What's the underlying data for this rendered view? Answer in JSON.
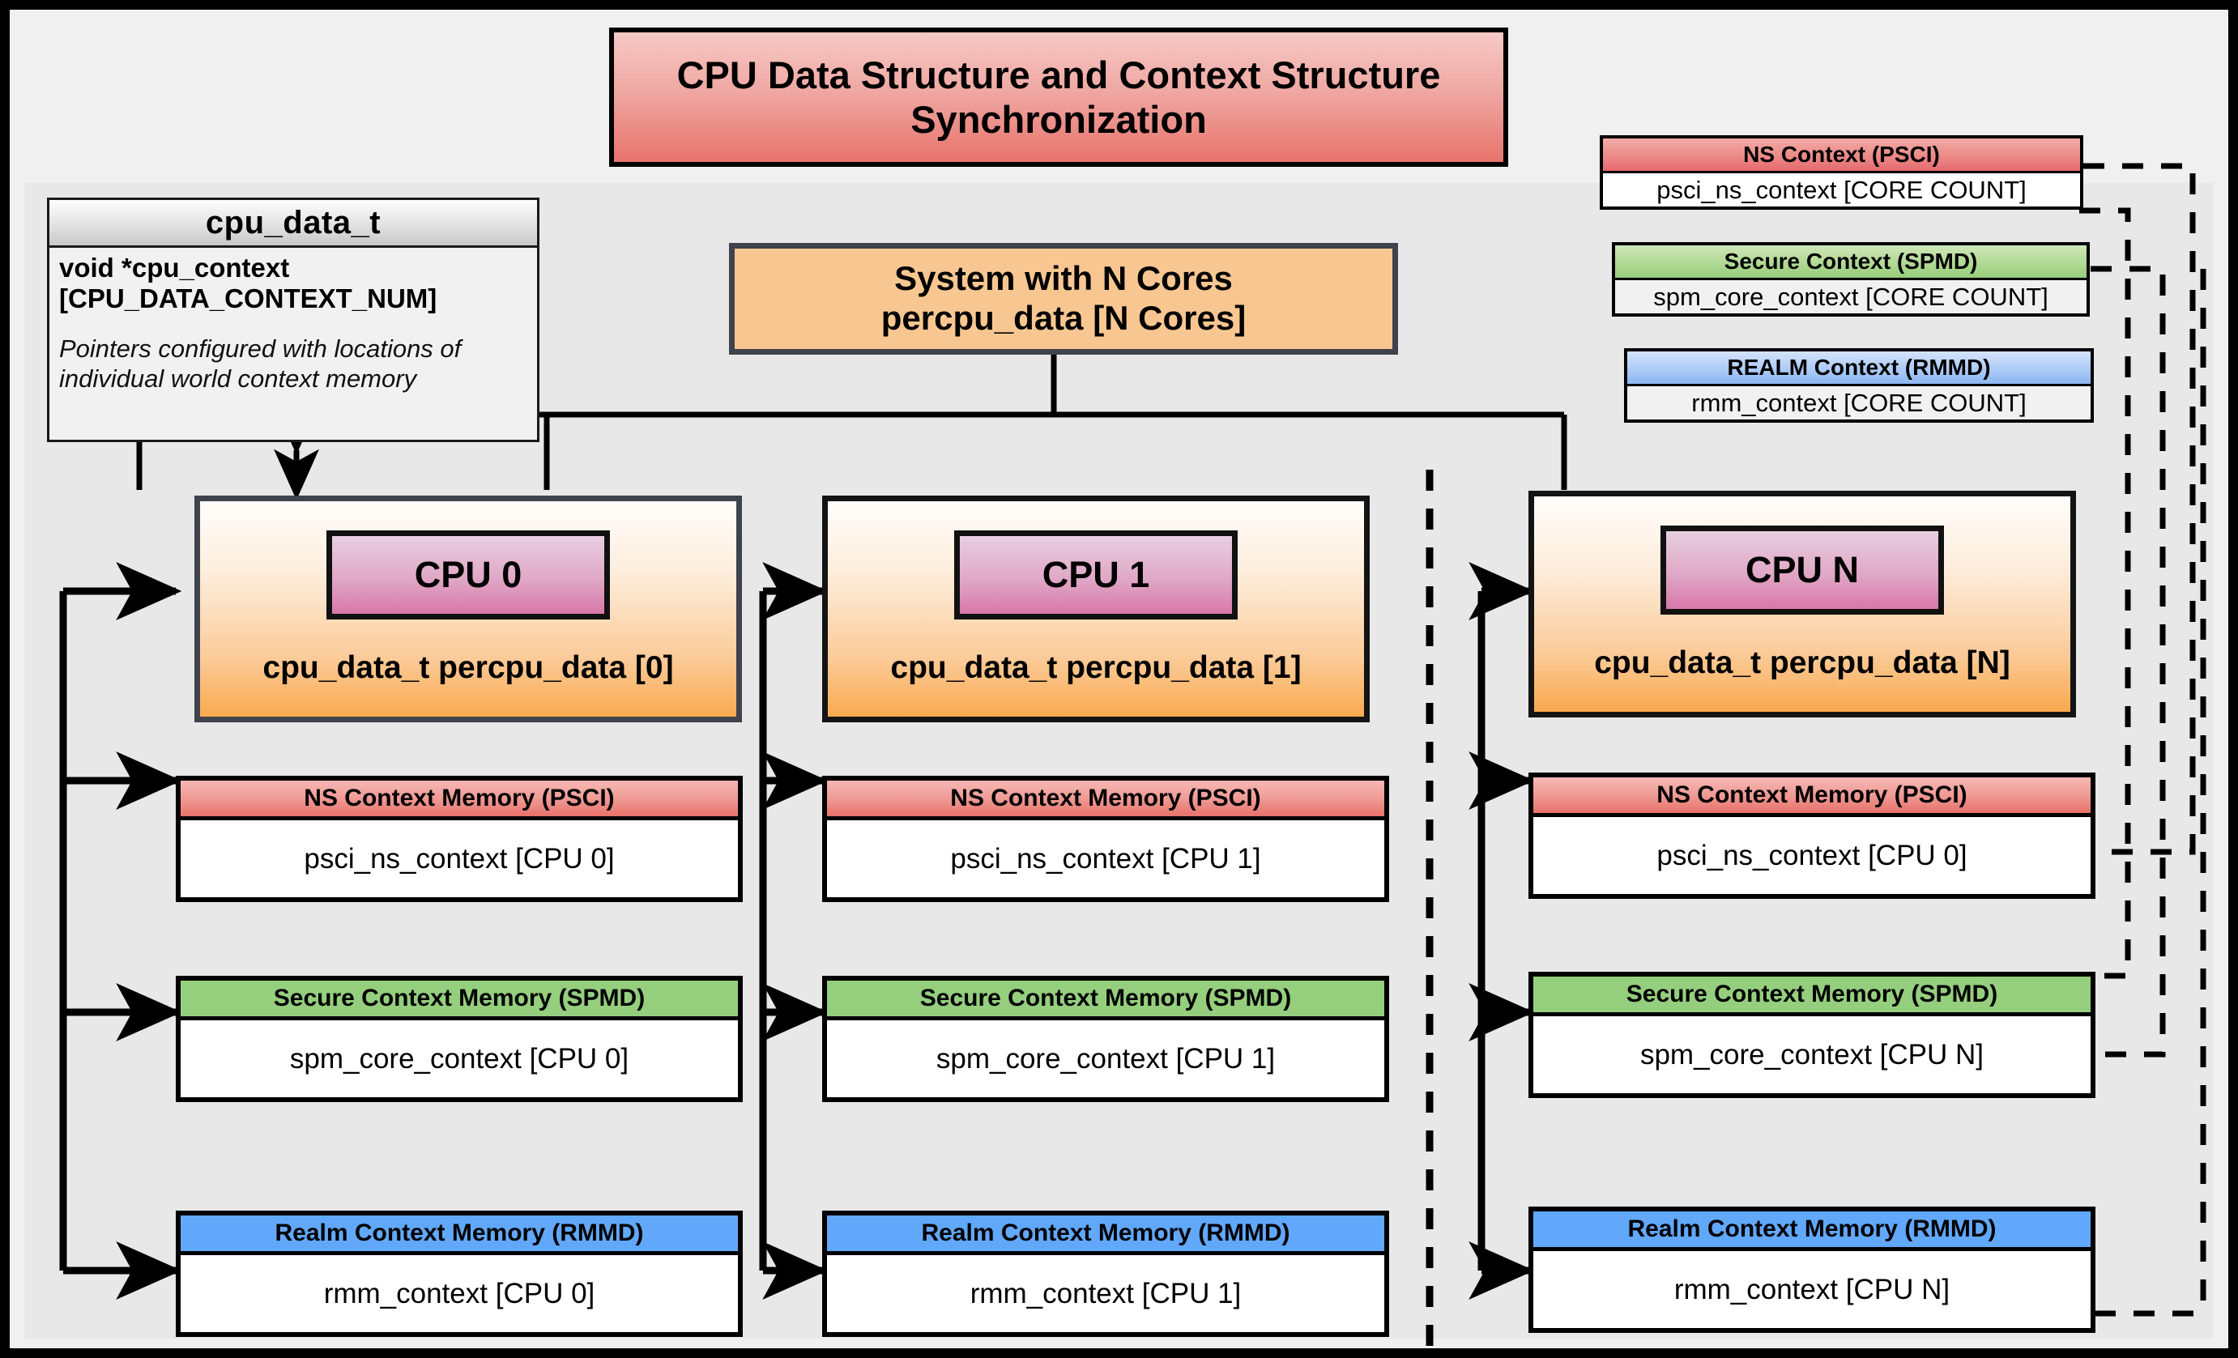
{
  "title": "CPU Data Structure and Context Structure Synchronization",
  "struct_box": {
    "name": "cpu_data_t",
    "field": "void  *cpu_context [CPU_DATA_CONTEXT_NUM]",
    "note": "Pointers configured with locations of individual world context memory"
  },
  "system_box": {
    "line1": "System with N Cores",
    "line2": "percpu_data [N Cores]"
  },
  "legend": [
    {
      "header": "NS Context  (PSCI)",
      "body": "psci_ns_context [CORE COUNT]",
      "color": "#e8716a",
      "kind": "ns"
    },
    {
      "header": "Secure Context (SPMD)",
      "body": "spm_core_context [CORE COUNT]",
      "color": "#97cd7b",
      "kind": "sec"
    },
    {
      "header": "REALM Context (RMMD)",
      "body": "rmm_context [CORE COUNT]",
      "color": "#8ab6f2",
      "kind": "realm"
    }
  ],
  "cpus": [
    {
      "chip": "CPU 0",
      "caption": "cpu_data_t percpu_data [0]",
      "contexts": [
        {
          "header": "NS Context Memory (PSCI)",
          "body": "psci_ns_context [CPU 0]",
          "kind": "ns"
        },
        {
          "header": "Secure Context Memory (SPMD)",
          "body": "spm_core_context [CPU 0]",
          "kind": "sec"
        },
        {
          "header": "Realm Context Memory (RMMD)",
          "body": "rmm_context [CPU 0]",
          "kind": "realm"
        }
      ]
    },
    {
      "chip": "CPU 1",
      "caption": "cpu_data_t percpu_data [1]",
      "contexts": [
        {
          "header": "NS Context Memory (PSCI)",
          "body": "psci_ns_context [CPU 1]",
          "kind": "ns"
        },
        {
          "header": "Secure Context Memory (SPMD)",
          "body": "spm_core_context [CPU 1]",
          "kind": "sec"
        },
        {
          "header": "Realm Context Memory (RMMD)",
          "body": "rmm_context [CPU 1]",
          "kind": "realm"
        }
      ]
    },
    {
      "chip": "CPU N",
      "caption": "cpu_data_t percpu_data [N]",
      "contexts": [
        {
          "header": "NS Context Memory (PSCI)",
          "body": "psci_ns_context [CPU 0]",
          "kind": "ns"
        },
        {
          "header": "Secure Context Memory (SPMD)",
          "body": "spm_core_context [CPU N]",
          "kind": "sec"
        },
        {
          "header": "Realm Context Memory (RMMD)",
          "body": "rmm_context [CPU N]",
          "kind": "realm"
        }
      ]
    }
  ],
  "colors": {
    "ns": "#e8716a",
    "secure": "#95cf7e",
    "realm": "#61a8fb",
    "cpu_chip": "#d878a9",
    "cpu_body": "#f9a94f",
    "title_banner": "#e8736c",
    "panel": "#e8e8e8",
    "frame": "#000000"
  }
}
